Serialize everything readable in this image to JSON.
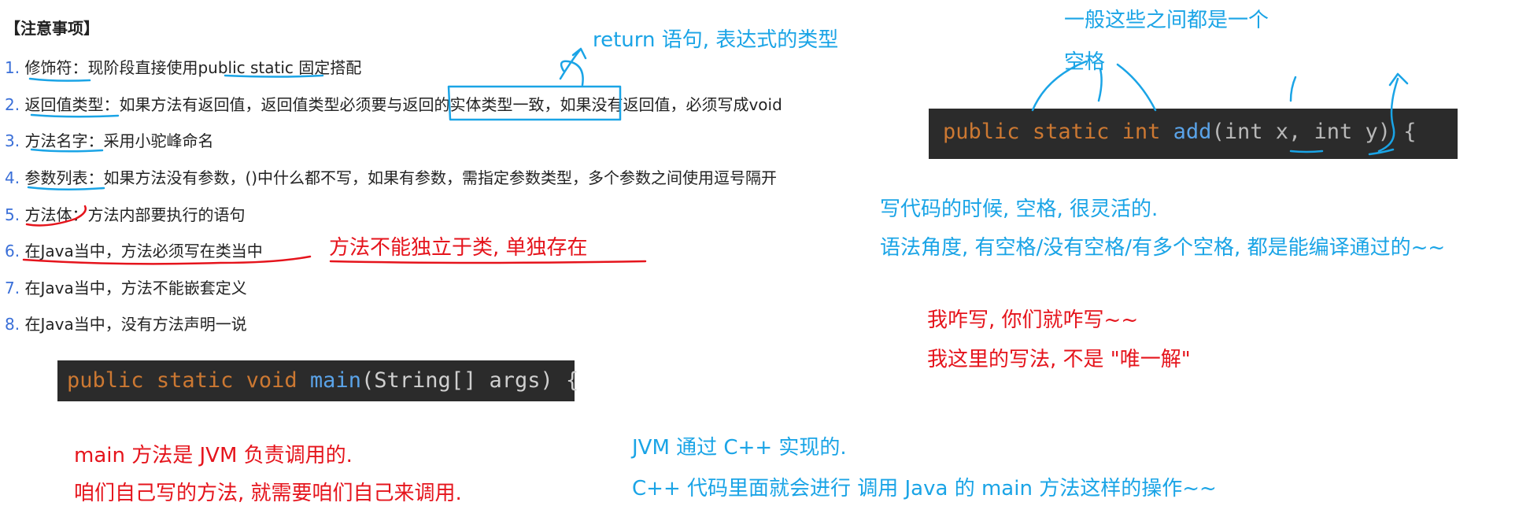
{
  "notes": {
    "title": "【注意事项】",
    "items": [
      {
        "num": "1.",
        "text": "修饰符：现阶段直接使用public static 固定搭配"
      },
      {
        "num": "2.",
        "text": "返回值类型：如果方法有返回值，返回值类型必须要与返回的实体类型一致，如果没有返回值，必须写成void"
      },
      {
        "num": "3.",
        "text": "方法名字：采用小驼峰命名"
      },
      {
        "num": "4.",
        "text": "参数列表：如果方法没有参数，()中什么都不写，如果有参数，需指定参数类型，多个参数之间使用逗号隔开"
      },
      {
        "num": "5.",
        "text": "方法体：方法内部要执行的语句"
      },
      {
        "num": "6.",
        "text": "在Java当中，方法必须写在类当中"
      },
      {
        "num": "7.",
        "text": "在Java当中，方法不能嵌套定义"
      },
      {
        "num": "8.",
        "text": "在Java当中，没有方法声明一说"
      }
    ]
  },
  "code_main": {
    "kw1": "public",
    "kw2": "static",
    "kw3": "void",
    "name": "main",
    "rest": "(String[] args) {"
  },
  "code_add": {
    "kw1": "public",
    "kw2": "static",
    "kw3": "int",
    "name": "add",
    "p1": "(int x,",
    "p2": "int y) {"
  },
  "annotations": {
    "return_note": "return 语句, 表达式的类型",
    "space_note_1": "一般这些之间都是一个",
    "space_note_2": "空格",
    "class_note": "方法不能独立于类, 单独存在",
    "flex_1": "写代码的时候, 空格, 很灵活的.",
    "flex_2": "语法角度, 有空格/没有空格/有多个空格, 都是能编译通过的~~",
    "red_1": "我咋写, 你们就咋写~~",
    "red_2": "我这里的写法, 不是 \"唯一解\"",
    "main_1": "main 方法是 JVM 负责调用的.",
    "main_2": "咱们自己写的方法, 就需要咱们自己来调用.",
    "jvm_1": "JVM 通过 C++ 实现的.",
    "jvm_2": "C++ 代码里面就会进行 调用 Java 的 main 方法这样的操作~~"
  },
  "colors": {
    "blue": "#1aa4e6",
    "red": "#e5141c",
    "code_bg": "#2b2b2b",
    "keyword": "#cc7832",
    "function": "#5aa3e8"
  }
}
